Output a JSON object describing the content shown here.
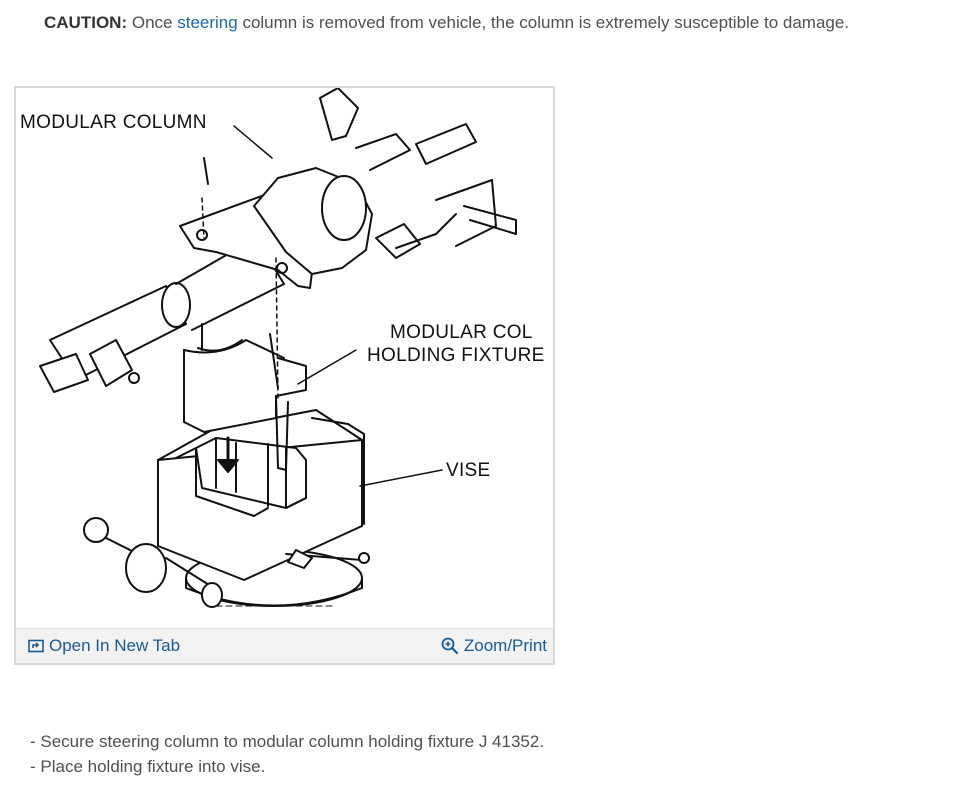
{
  "caution": {
    "label": "CAUTION:",
    "text_before": "Once",
    "link": "steering",
    "text_after": "column is removed from vehicle, the column is extremely susceptible to damage."
  },
  "figure": {
    "labels": {
      "modular_column": "MODULAR COLUMN",
      "fixture_line1": "MODULAR COL",
      "fixture_line2": "HOLDING FIXTURE",
      "vise": "VISE"
    },
    "footer": {
      "open_new_tab": "Open In New Tab",
      "zoom_print": "Zoom/Print",
      "open_icon": "open-in-new-tab-icon",
      "zoom_icon": "zoom-in-icon"
    }
  },
  "steps": [
    "Secure steering column to modular column holding fixture J 41352.",
    "Place holding fixture into vise."
  ],
  "colors": {
    "link": "#1a6ab0",
    "footer_link": "#1a5a94",
    "text": "#505050",
    "frame": "#d8d8d8",
    "footer_bg": "#f2f2f2"
  }
}
